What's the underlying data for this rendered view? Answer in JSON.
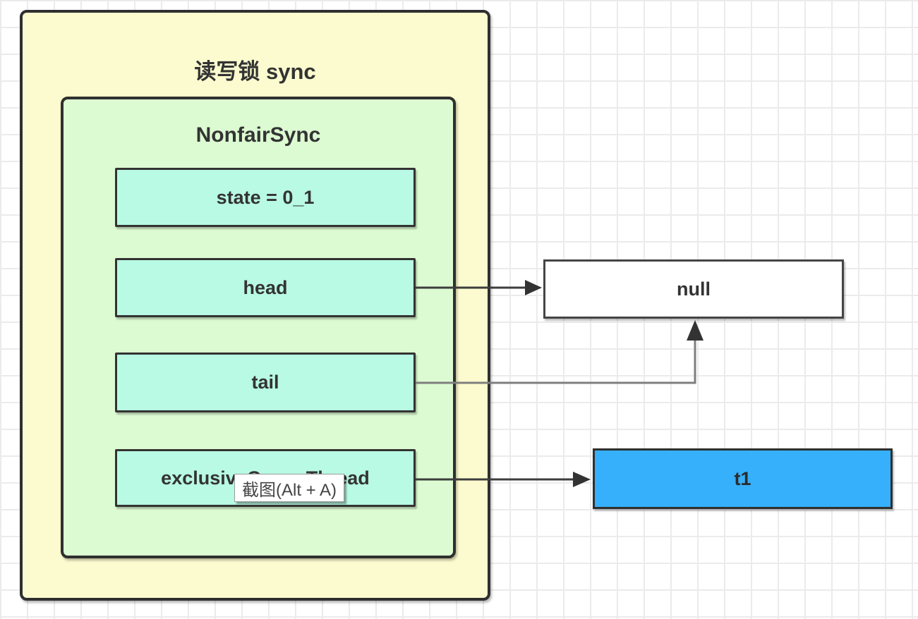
{
  "canvas": {
    "background": "#ffffff",
    "grid_color": "#ebebeb"
  },
  "diagram": {
    "outer_group": {
      "title": "读写锁 sync",
      "fill": "#fbfbcf",
      "border": "#2f2f2f"
    },
    "inner_group": {
      "title": "NonfairSync",
      "fill": "#dcfbd2",
      "border": "#2f2f2f"
    },
    "field_fill": "#b8fae3",
    "field_border": "#333333",
    "fields": [
      {
        "label": "state = 0_1"
      },
      {
        "label": "head"
      },
      {
        "label": "tail"
      },
      {
        "label": "exclusiveOwnerThread"
      }
    ],
    "null_node": {
      "label": "null",
      "fill": "#ffffff",
      "border": "#454545"
    },
    "t1_node": {
      "label": "t1",
      "fill": "#36b0fa",
      "border": "#2f2f2f"
    },
    "arrow_colors": {
      "head_to_null": "#3d3d3d",
      "tail_to_null": "#7f7f7f",
      "arrowhead": "#333333",
      "owner_to_t1": "#3d3d3d"
    }
  },
  "tooltip": {
    "label": "截图(Alt + A)"
  }
}
